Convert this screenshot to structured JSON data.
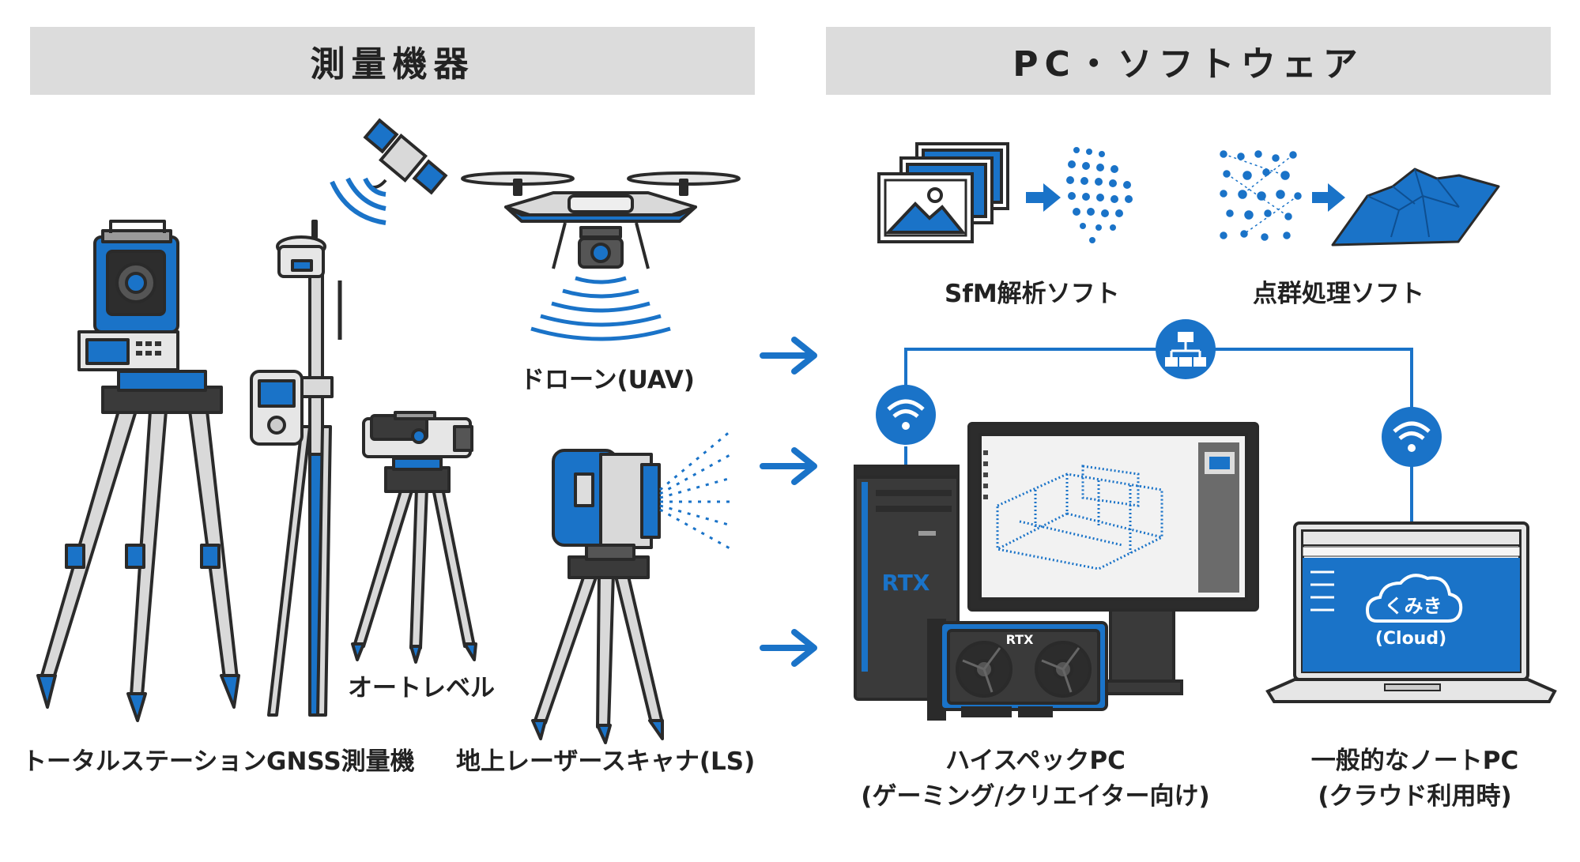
{
  "headers": {
    "left": "測量機器",
    "right": "PC・ソフトウェア"
  },
  "instruments": {
    "total_station": "トータルステーション",
    "gnss": "GNSS測量機",
    "drone": "ドローン(UAV)",
    "auto_level": "オートレベル",
    "laser_scanner": "地上レーザースキャナ(LS)"
  },
  "software": {
    "sfm": "SfM解析ソフト",
    "pointcloud": "点群処理ソフト"
  },
  "pcs": {
    "highspec_line1": "ハイスペックPC",
    "highspec_line2": "(ゲーミング/クリエイター向け)",
    "laptop_line1": "一般的なノートPC",
    "laptop_line2": "(クラウド利用時)",
    "gpu_text": "RTX",
    "tower_text": "RTX",
    "cloud_name": "くみき",
    "cloud_sub": "(Cloud)"
  },
  "colors": {
    "accent": "#1a73c8",
    "dark": "#2a2a2a",
    "gray": "#dcdcdc"
  }
}
